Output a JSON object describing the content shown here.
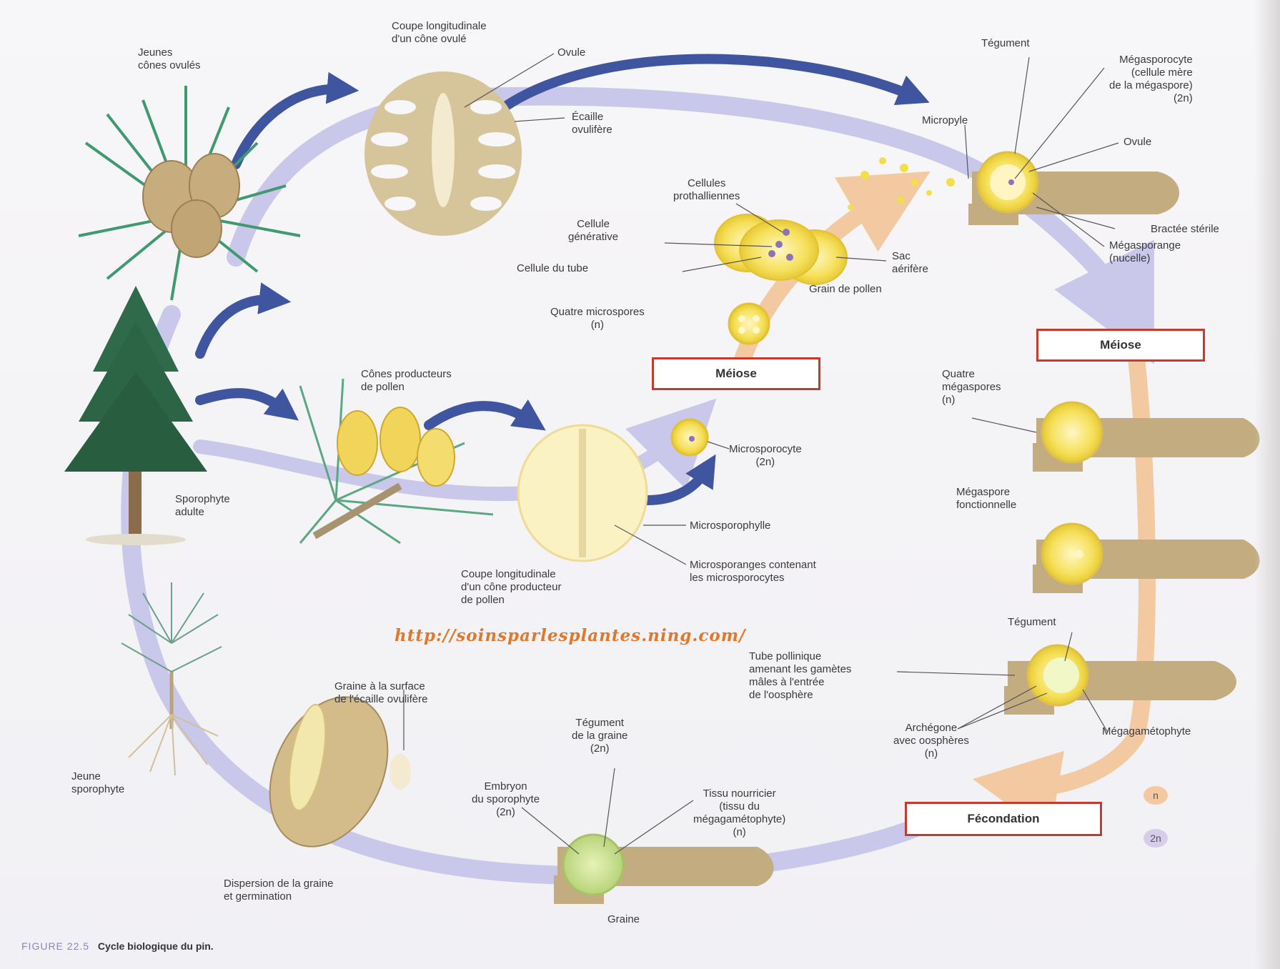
{
  "labels": {
    "jeunes_cones": "Jeunes\ncônes ovulés",
    "coupe_cone_ovule": "Coupe longitudinale\nd'un cône ovulé",
    "ovule_top": "Ovule",
    "ecaille": "Écaille\novulifère",
    "tegument_top": "Tégument",
    "megasporocyte": "Mégasporocyte\n(cellule mère\nde la mégaspore)\n(2n)",
    "micropyle": "Micropyle",
    "ovule_right": "Ovule",
    "bractee": "Bractée stérile",
    "megasporange": "Mégasporange\n(nucelle)",
    "cellules_prothalliennes": "Cellules\nprothalliennes",
    "cellule_generative": "Cellule\ngénérative",
    "cellule_tube": "Cellule du tube",
    "sac_aerifere": "Sac\naérifère",
    "grain_pollen": "Grain de pollen",
    "quatre_microspores": "Quatre microspores\n(n)",
    "cones_producteurs": "Cônes producteurs\nde pollen",
    "microsporocyte": "Microsporocyte\n(2n)",
    "sporophyte_adulte": "Sporophyte\nadulte",
    "microsporophylle": "Microsporophylle",
    "microsporanges": "Microsporanges contenant\nles microsporocytes",
    "coupe_cone_pollen": "Coupe longitudinale\nd'un cône producteur\nde pollen",
    "quatre_megaspores": "Quatre\nmégaspores\n(n)",
    "megaspore_fonctionnelle": "Mégaspore\nfonctionnelle",
    "tegument_low": "Tégument",
    "tube_pollinique": "Tube pollinique\namenant les gamètes\nmâles à l'entrée\nde l'oosphère",
    "archegone": "Archégone\navec oosphères\n(n)",
    "megagametophyte": "Mégagamétophyte",
    "jeune_sporophyte": "Jeune\nsporophyte",
    "graine_surface": "Graine à la surface\nde l'écaille ovulifère",
    "tegument_graine": "Tégument\nde la graine\n(2n)",
    "embryon": "Embryon\ndu sporophyte\n(2n)",
    "tissu_nourricier": "Tissu nourricier\n(tissu du\nmégagamétophyte)\n(n)",
    "dispersion": "Dispersion de la graine\net germination",
    "graine": "Graine"
  },
  "boxes": {
    "meiose_left": "Méiose",
    "meiose_right": "Méiose",
    "fecondation": "Fécondation"
  },
  "legend": {
    "haploid": "n",
    "diploid": "2n",
    "haploid_color": "#f4c9a0",
    "diploid_color": "#d6cdea"
  },
  "watermark": "http://soinsparlesplantes.ning.com/",
  "caption": {
    "number": "FIGURE 22.5",
    "title": "Cycle biologique du pin."
  },
  "colors": {
    "diploid_path": "#c9c8ea",
    "haploid_path": "#f3c9a2",
    "arrow_blue": "#3f55a0",
    "box_border": "#c43a2c",
    "watermark": "#e0782c"
  }
}
